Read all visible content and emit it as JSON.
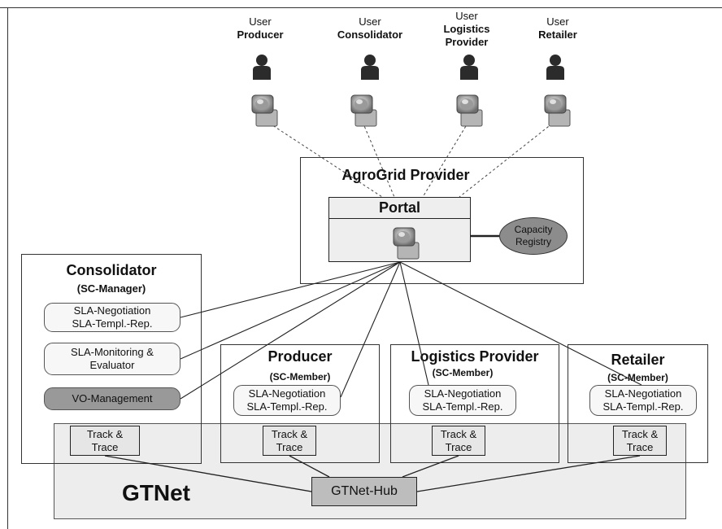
{
  "users": [
    {
      "line1": "User",
      "role": "Producer"
    },
    {
      "line1": "User",
      "role": "Consolidator"
    },
    {
      "line1": "User",
      "role": "Logistics Provider"
    },
    {
      "line1": "User",
      "role": "Retailer"
    }
  ],
  "provider": {
    "title": "AgroGrid Provider",
    "portal": "Portal",
    "capacity_registry": "Capacity Registry"
  },
  "consolidator": {
    "title": "Consolidator",
    "role": "(SC-Manager)",
    "sla_negotiation": "SLA-Negotiation",
    "sla_templ_rep": "SLA-Templ.-Rep.",
    "sla_monitoring_1": "SLA-Monitoring &",
    "sla_monitoring_2": "Evaluator",
    "vo_management": "VO-Management"
  },
  "members": [
    {
      "title": "Producer",
      "role": "(SC-Member)",
      "sla_negotiation": "SLA-Negotiation",
      "sla_templ_rep": "SLA-Templ.-Rep."
    },
    {
      "title": "Logistics Provider",
      "role": "(SC-Member)",
      "sla_negotiation": "SLA-Negotiation",
      "sla_templ_rep": "SLA-Templ.-Rep."
    },
    {
      "title": "Retailer",
      "role": "(SC-Member)",
      "sla_negotiation": "SLA-Negotiation",
      "sla_templ_rep": "SLA-Templ.-Rep."
    }
  ],
  "track_trace": {
    "line1": "Track &",
    "line2": "Trace"
  },
  "gtnet": {
    "title": "GTNet",
    "hub": "GTNet-Hub"
  },
  "colors": {
    "shaded": "#e1e1e1",
    "vo_fill": "#999999",
    "registry_fill": "#8c8c8c",
    "hub_fill": "#bdbdbd"
  }
}
